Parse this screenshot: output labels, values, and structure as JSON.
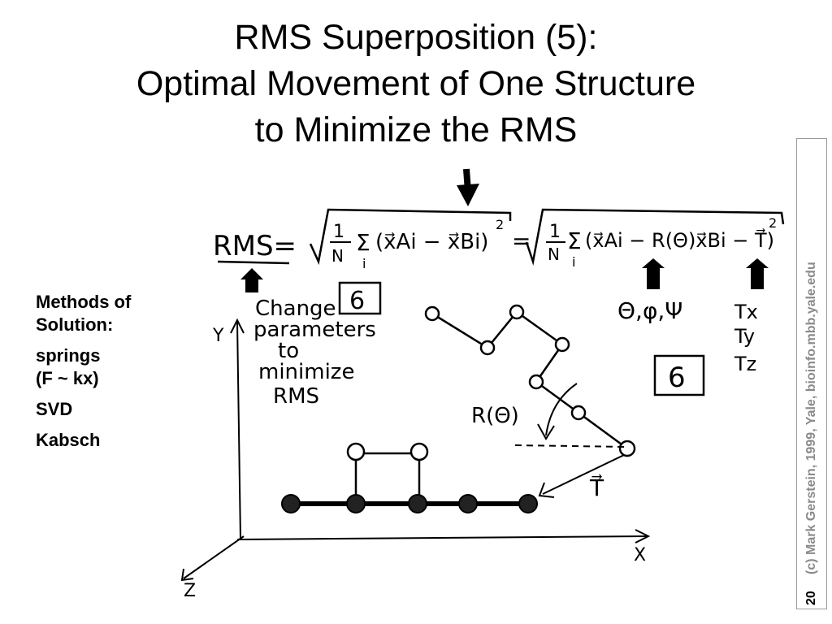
{
  "slide": {
    "title_lines": [
      "RMS Superposition (5):",
      "Optimal Movement of One Structure",
      "to Minimize the RMS"
    ],
    "methods": {
      "heading": "Methods of Solution:",
      "items": [
        "springs",
        "(F ~ kx)",
        "SVD",
        "Kabsch"
      ]
    },
    "credit": "(c) Mark Gerstein, 1999, Yale, bioinfo.mbb.yale.edu",
    "page_number": "20"
  },
  "drawing": {
    "formula": {
      "lhs": "RMS=",
      "frac": "1",
      "den": "N",
      "sum": "Σ",
      "index": "i",
      "left_term": "(x⃗Ai − x⃗Bi)",
      "eq2": "=",
      "right_term": "(x⃗Ai − R(Θ)x⃗Bi − T⃗)",
      "sq": "2"
    },
    "note": {
      "lines": [
        "Change",
        "parameters",
        "to",
        "minimize",
        "RMS"
      ],
      "box_number": "6"
    },
    "rotation_params": "Θ,φ,Ψ",
    "translation_params": [
      "Tx",
      "Ty",
      "Tz"
    ],
    "box_number_2": "6",
    "rotation_label": "R(Θ)",
    "translation_label": "T⃗",
    "axes": {
      "y": "Y",
      "x": "X",
      "z": "Z"
    }
  }
}
